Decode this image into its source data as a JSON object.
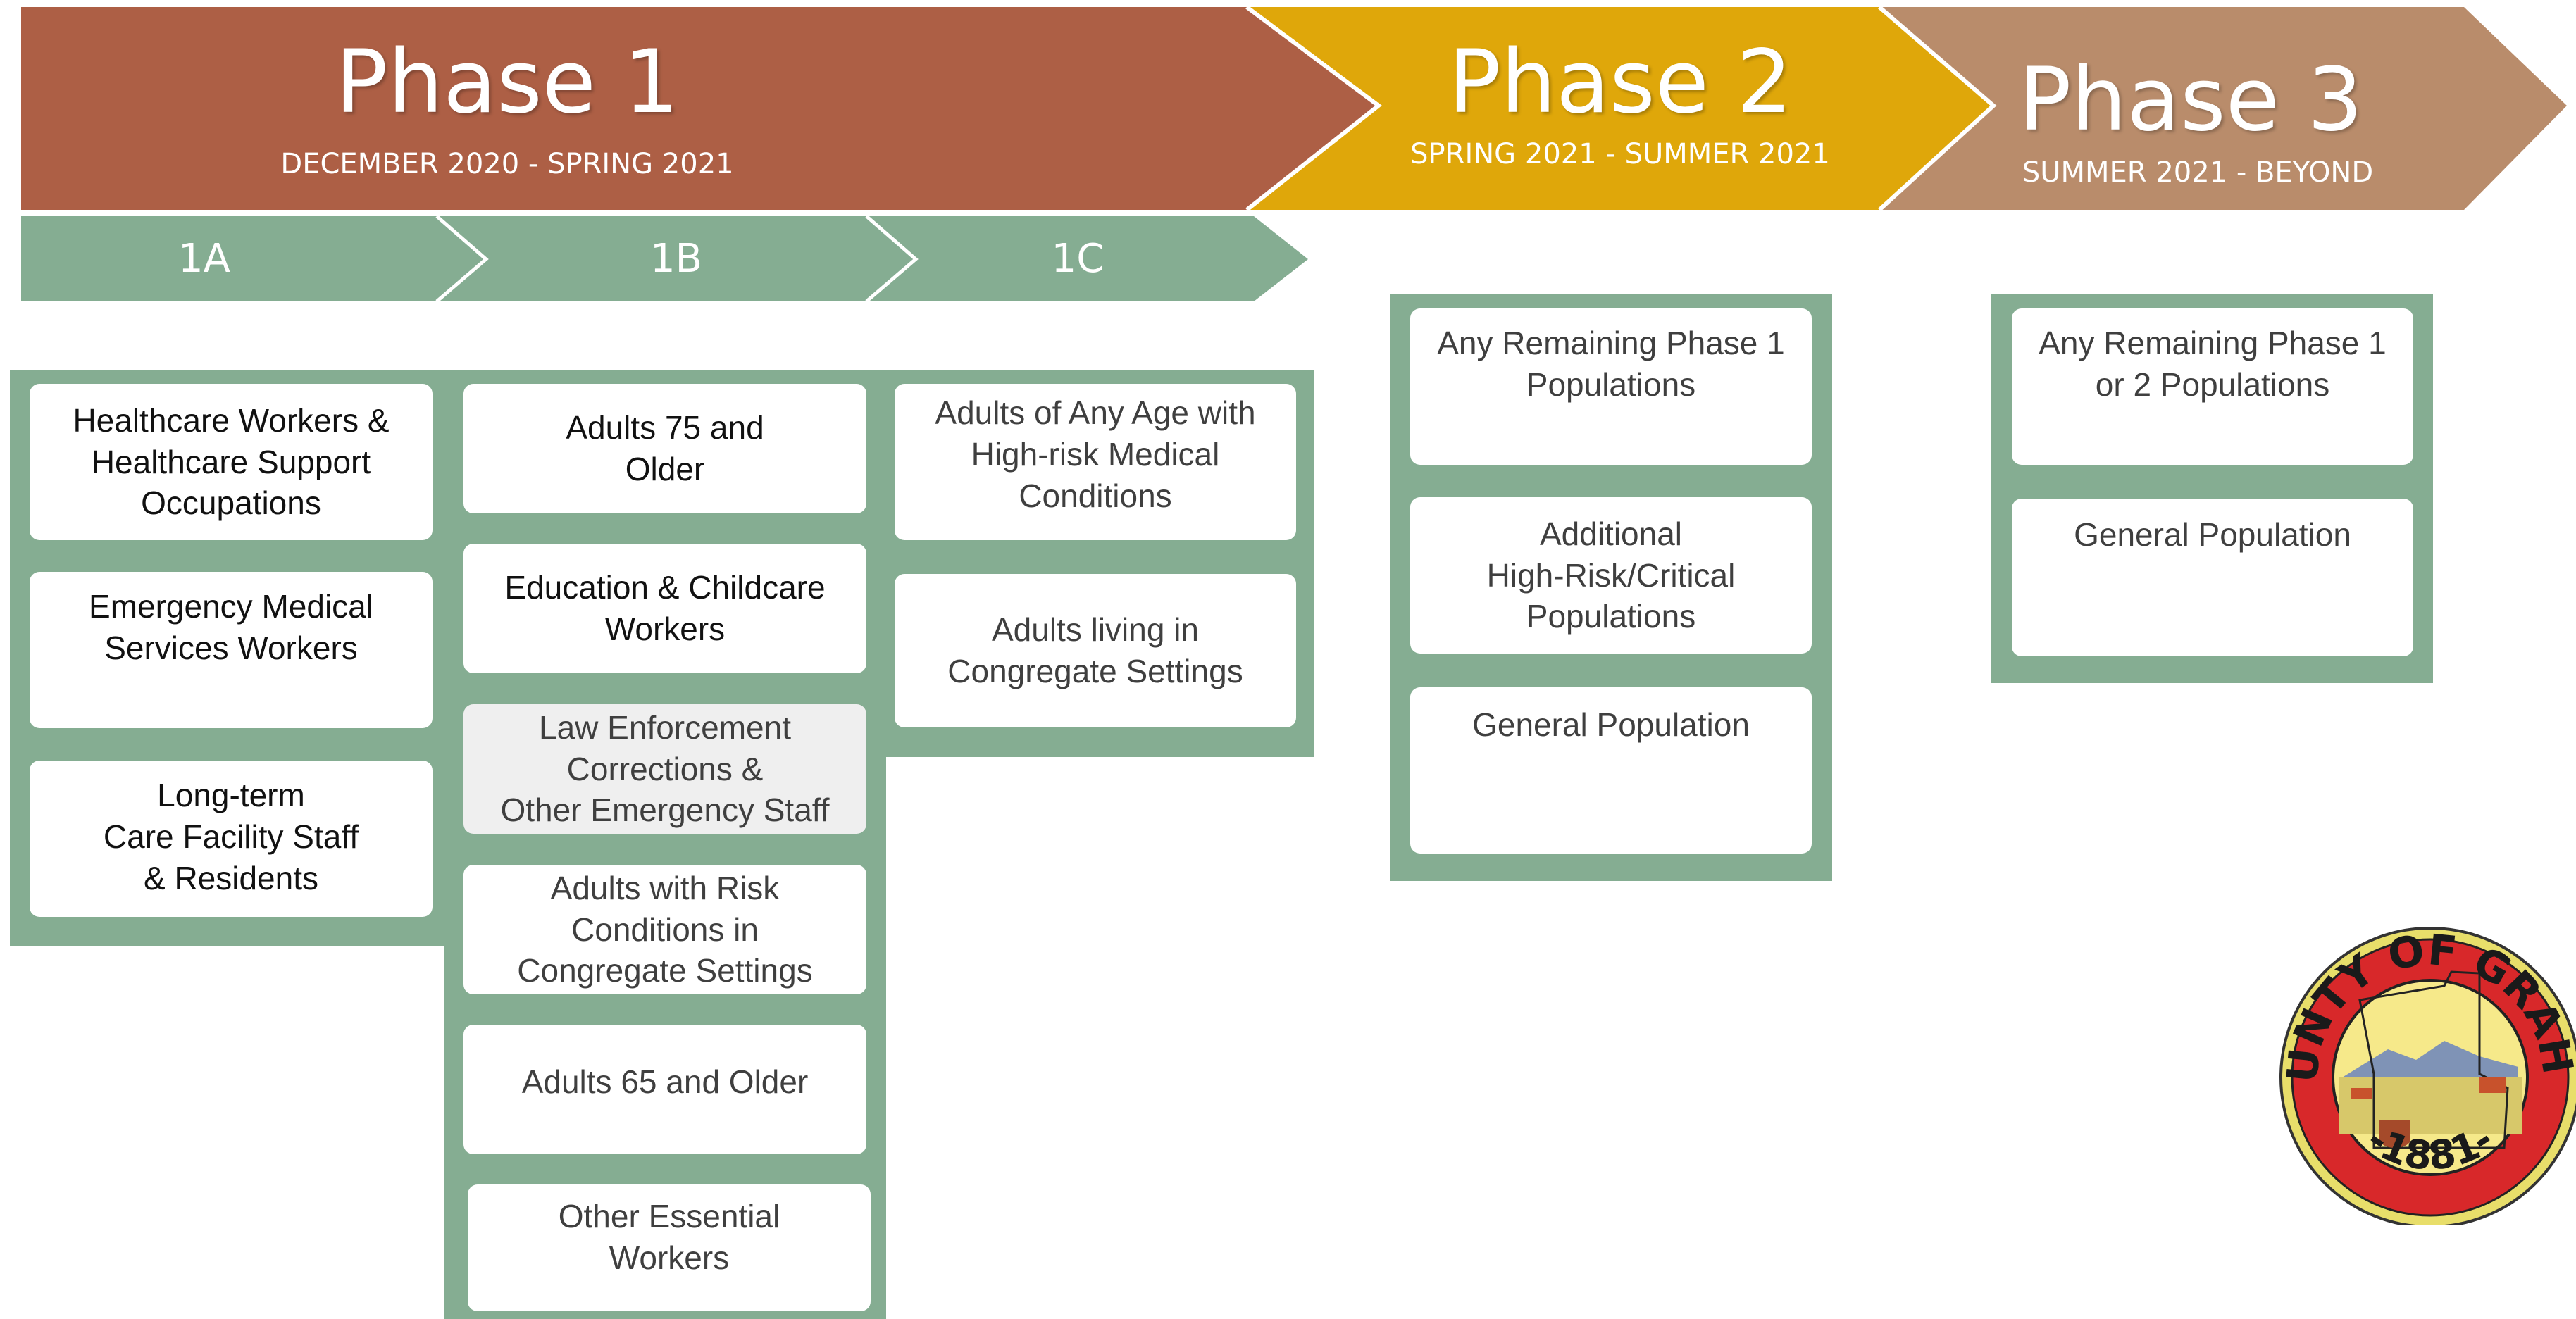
{
  "colors": {
    "phase1": "#ad5f45",
    "phase2": "#dfa70a",
    "phase3": "#b98c6b",
    "subphase": "#85ad92",
    "panel": "#85ad92"
  },
  "phases": [
    {
      "title": "Phase 1",
      "dates": "DECEMBER 2020 - SPRING 2021"
    },
    {
      "title": "Phase 2",
      "dates": "SPRING 2021 - SUMMER 2021"
    },
    {
      "title": "Phase 3",
      "dates": "SUMMER 2021 - BEYOND"
    }
  ],
  "subphases": [
    "1A",
    "1B",
    "1C"
  ],
  "columns": {
    "1A": [
      "Healthcare Workers &\nHealthcare Support\nOccupations",
      "Emergency Medical\nServices Workers",
      "Long-term\nCare Facility Staff\n& Residents"
    ],
    "1B": [
      "Adults 75 and\nOlder",
      "Education & Childcare\nWorkers",
      "Law Enforcement\nCorrections &\nOther Emergency Staff",
      "Adults with Risk\nConditions in\nCongregate Settings",
      "Adults 65 and Older",
      "Other Essential\nWorkers"
    ],
    "1C": [
      "Adults of Any Age with\nHigh-risk Medical\nConditions",
      "Adults living in\nCongregate Settings"
    ],
    "phase2": [
      "Any Remaining Phase 1\nPopulations",
      "Additional\nHigh-Risk/Critical\nPopulations",
      "General Population"
    ],
    "phase3": [
      "Any Remaining Phase 1\nor 2 Populations",
      "General Population"
    ]
  },
  "seal": {
    "text": "COUNTY OF GRAHAM",
    "year": "-1881-"
  }
}
